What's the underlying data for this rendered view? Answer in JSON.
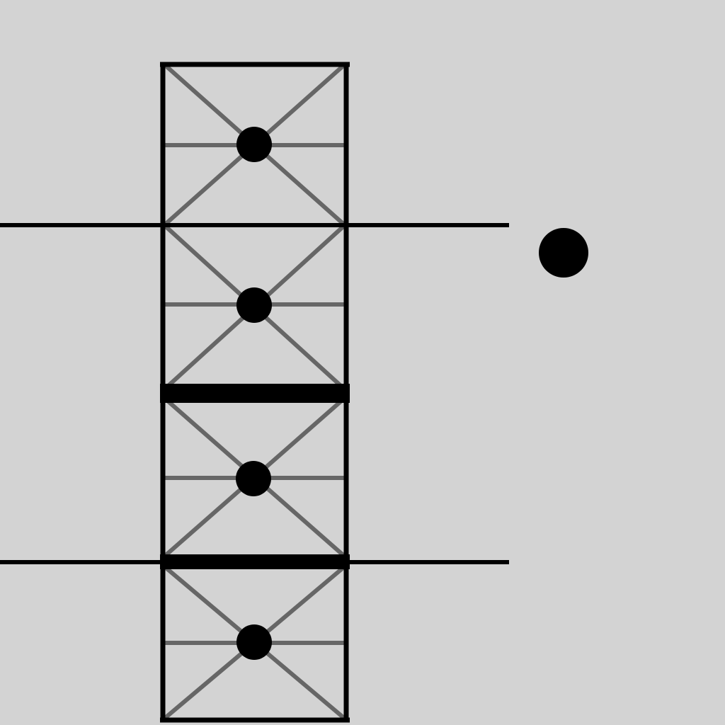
{
  "colors": {
    "background": "#d3d3d3",
    "wall": "#000000",
    "cross_brace": "#666666",
    "token": "#000000"
  },
  "tower": {
    "segments": [
      {
        "id": 1,
        "token": "black-dot"
      },
      {
        "id": 2,
        "token": "black-dot"
      },
      {
        "id": 3,
        "token": "black-dot"
      },
      {
        "id": 4,
        "token": "black-dot"
      }
    ]
  },
  "lanes": [
    {
      "id": 1
    },
    {
      "id": 2
    }
  ],
  "player": {
    "icon": "player-dot-icon"
  }
}
